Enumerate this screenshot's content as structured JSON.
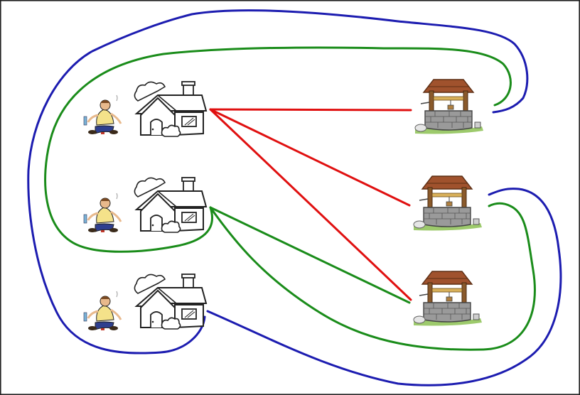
{
  "puzzle": {
    "houses": [
      {
        "id": "house-1",
        "has_resident": true
      },
      {
        "id": "house-2",
        "has_resident": true
      },
      {
        "id": "house-3",
        "has_resident": true
      }
    ],
    "wells": [
      {
        "id": "well-1"
      },
      {
        "id": "well-2"
      },
      {
        "id": "well-3"
      }
    ],
    "connections": [
      {
        "from": "house-1",
        "to": "well-1",
        "color": "#e01010",
        "style": "straight"
      },
      {
        "from": "house-1",
        "to": "well-2",
        "color": "#e01010",
        "style": "straight"
      },
      {
        "from": "house-1",
        "to": "well-3",
        "color": "#e01010",
        "style": "straight"
      },
      {
        "from": "house-2",
        "to": "well-3",
        "color": "#1a8c1a",
        "style": "straight"
      },
      {
        "from": "house-2",
        "to": "well-1",
        "color": "#1a8c1a",
        "style": "curved"
      },
      {
        "from": "house-2",
        "to": "well-2",
        "color": "#1a8c1a",
        "style": "curved"
      },
      {
        "from": "house-3",
        "to": "well-1",
        "color": "#1c1cb0",
        "style": "curved"
      },
      {
        "from": "house-3",
        "to": "well-2",
        "color": "#1c1cb0",
        "style": "curved"
      }
    ],
    "colors": {
      "red": "#e01010",
      "green": "#1a8c1a",
      "blue": "#1c1cb0",
      "border": "#222222",
      "roof_brown": "#8a4a2a",
      "stone_gray": "#8c8c8c",
      "grass_green": "#6fae3a"
    }
  }
}
